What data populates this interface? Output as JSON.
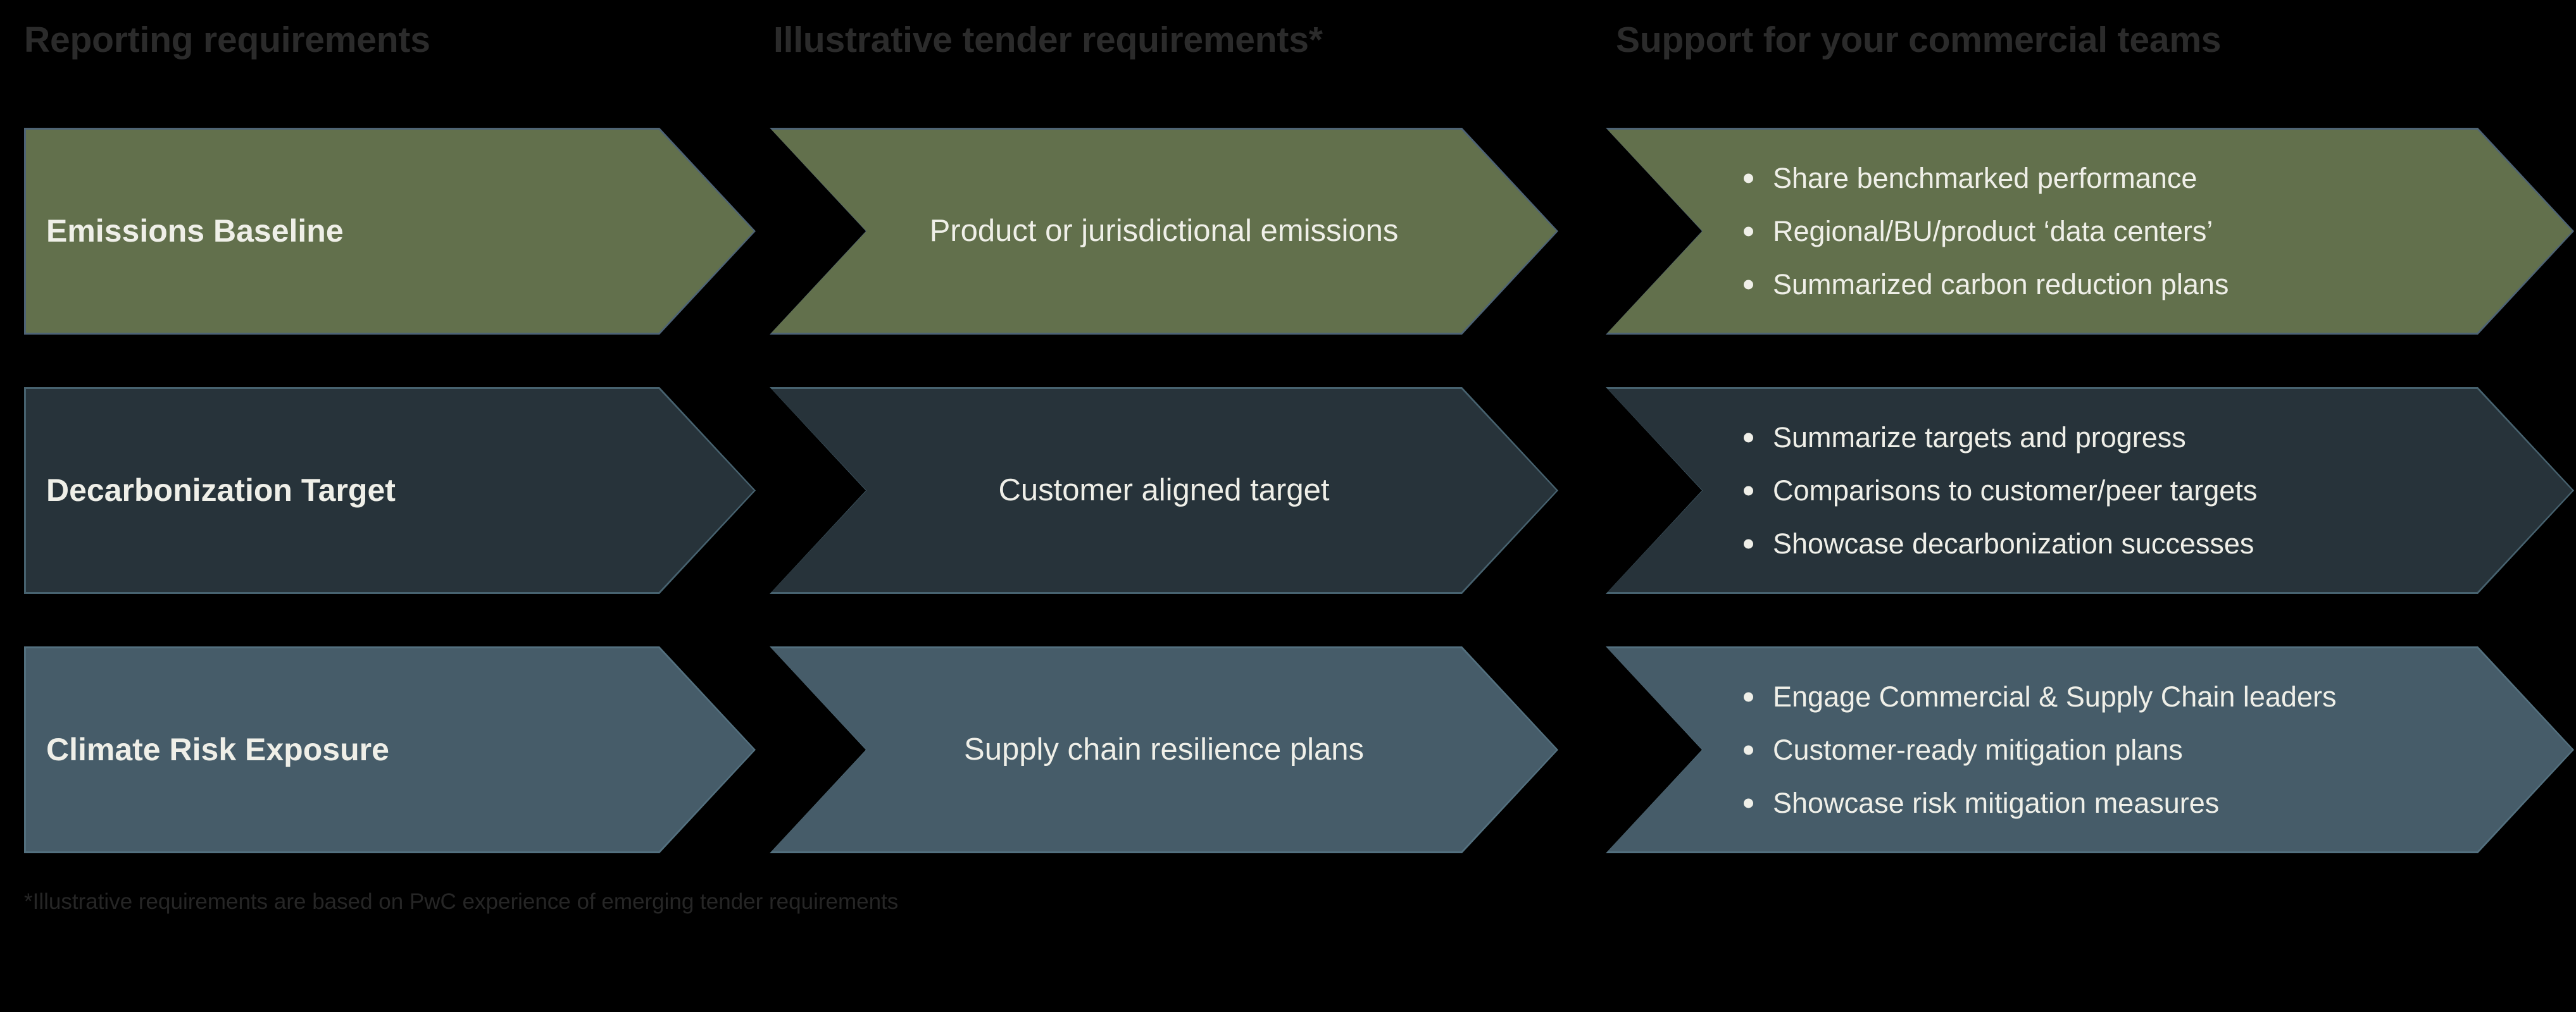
{
  "columns": [
    {
      "header": "Reporting requirements"
    },
    {
      "header": "Illustrative tender requirements*"
    },
    {
      "header": "Support for your commercial teams"
    }
  ],
  "colors": {
    "background": "#000000",
    "header_text": "#2b2b2b",
    "chevron_text": "#EFEFE8",
    "row_green_fill": "#62704C",
    "row_green_edge": "#4E6375",
    "row_slate_fill": "#27333A",
    "row_slate_edge": "#47626F",
    "row_steel_fill": "#465C69",
    "row_steel_edge": "#53707F",
    "footnote_text": "#262626"
  },
  "rows": [
    {
      "theme": "green",
      "title": "Emissions Baseline",
      "middle": "Product or jurisdictional emissions",
      "bullets": [
        "Share benchmarked performance",
        "Regional/BU/product ‘data centers’",
        "Summarized carbon reduction plans"
      ]
    },
    {
      "theme": "slate",
      "title": "Decarbonization Target",
      "middle": "Customer aligned target",
      "bullets": [
        "Summarize targets and progress",
        "Comparisons to customer/peer targets",
        "Showcase decarbonization successes"
      ]
    },
    {
      "theme": "steel",
      "title": "Climate Risk Exposure",
      "middle": "Supply chain resilience plans",
      "bullets": [
        "Engage Commercial & Supply Chain leaders",
        "Customer-ready mitigation plans",
        "Showcase risk mitigation measures"
      ]
    }
  ],
  "footnote": "*Illustrative requirements are based on PwC experience of emerging tender requirements"
}
